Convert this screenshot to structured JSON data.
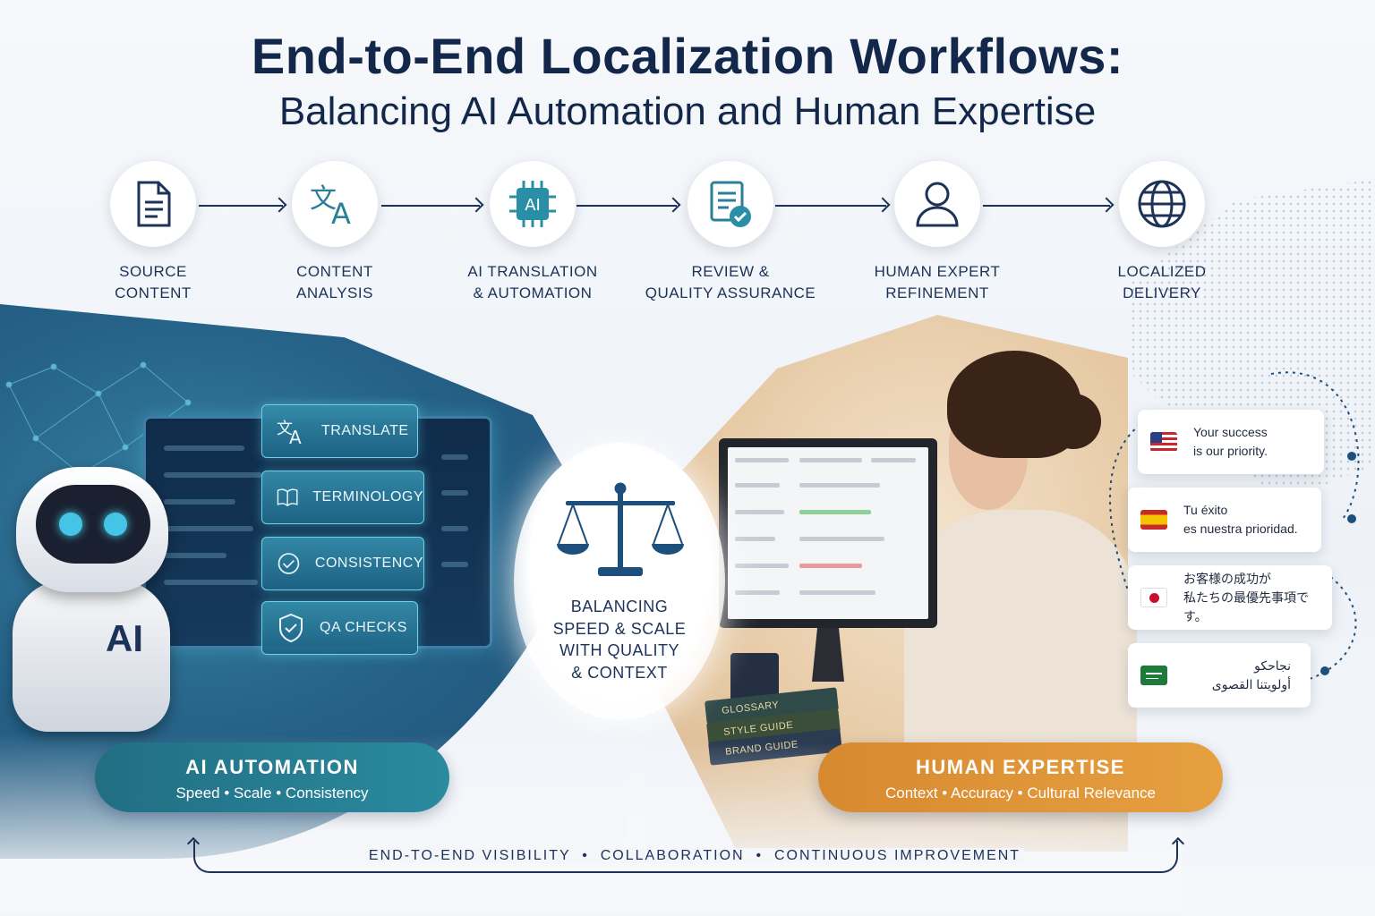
{
  "header": {
    "title": "End-to-End Localization Workflows:",
    "subtitle": "Balancing AI Automation and Human Expertise"
  },
  "steps": [
    {
      "label": "SOURCE\nCONTENT",
      "icon": "document-icon"
    },
    {
      "label": "CONTENT\nANALYSIS",
      "icon": "translate-icon"
    },
    {
      "label": "AI TRANSLATION\n& AUTOMATION",
      "icon": "ai-chip-icon"
    },
    {
      "label": "REVIEW &\nQUALITY ASSURANCE",
      "icon": "checklist-icon"
    },
    {
      "label": "HUMAN EXPERT\nREFINEMENT",
      "icon": "person-icon"
    },
    {
      "label": "LOCALIZED\nDELIVERY",
      "icon": "globe-icon"
    }
  ],
  "ai_panel": {
    "buttons": [
      {
        "label": "TRANSLATE",
        "icon": "translate-icon"
      },
      {
        "label": "TERMINOLOGY",
        "icon": "book-icon"
      },
      {
        "label": "CONSISTENCY",
        "icon": "check-circle-icon"
      },
      {
        "label": "QA CHECKS",
        "icon": "shield-check-icon"
      }
    ],
    "robot_label": "AI"
  },
  "center": {
    "text": "BALANCING\nSPEED & SCALE\nWITH QUALITY\n& CONTEXT",
    "icon": "balance-scale-icon"
  },
  "books": [
    "GLOSSARY",
    "STYLE GUIDE",
    "BRAND GUIDE"
  ],
  "badges": {
    "ai": {
      "title": "AI AUTOMATION",
      "subtitle": "Speed • Scale • Consistency"
    },
    "human": {
      "title": "HUMAN EXPERTISE",
      "subtitle": "Context • Accuracy • Cultural Relevance"
    }
  },
  "bottom": {
    "text": "END-TO-END VISIBILITY  •  COLLABORATION  •  CONTINUOUS IMPROVEMENT"
  },
  "messages": [
    {
      "flag": "us-flag",
      "text": "Your success\nis our priority."
    },
    {
      "flag": "spain-flag",
      "text": "Tu éxito\nes nuestra prioridad."
    },
    {
      "flag": "japan-flag",
      "text": "お客様の成功が\n私たちの最優先事項です。"
    },
    {
      "flag": "saudi-flag",
      "text": "نجاحكو\nأولويتنا القصوى"
    }
  ],
  "colors": {
    "navy": "#13274a",
    "teal": "#226e83",
    "orange": "#d7892f",
    "accent_cyan": "#45c5e6"
  }
}
